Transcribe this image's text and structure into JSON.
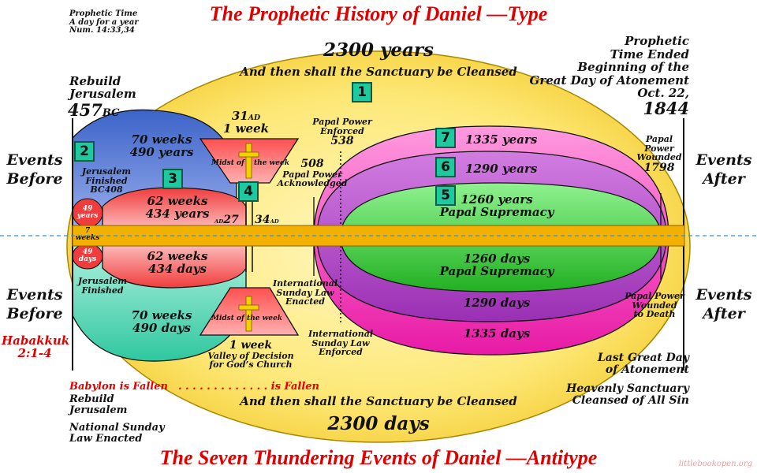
{
  "titles": {
    "top": "The Prophetic History of Daniel —Type",
    "bottom": "The Seven Thundering Events of Daniel —Antitype"
  },
  "header_note": [
    "Prophetic Time",
    "A day for a year",
    "Num. 14:33,34"
  ],
  "top_arc": {
    "main": "2300 years",
    "sub": "And then shall the Sanctuary be Cleansed"
  },
  "bottom_arc": {
    "main": "2300 days",
    "sub": "And then shall the Sanctuary be Cleansed"
  },
  "left_top": {
    "line1": "Rebuild",
    "line2": "Jerusalem",
    "year": "457",
    "era": "BC"
  },
  "right_top": {
    "line1": "Prophetic",
    "line2": "Time Ended",
    "line3": "Beginning of the",
    "line4": "Great Day of Atonement",
    "line5": "Oct. 22,",
    "year": "1844"
  },
  "events": {
    "before_top": [
      "Events",
      "Before"
    ],
    "after_top": [
      "Events",
      "After"
    ],
    "before_bottom": [
      "Events",
      "Before"
    ],
    "after_bottom": [
      "Events",
      "After"
    ]
  },
  "habakkuk": [
    "Habakkuk",
    "2:1-4"
  ],
  "numbers": [
    "1",
    "2",
    "3",
    "4",
    "5",
    "6",
    "7"
  ],
  "upper": {
    "weeks70": [
      "70 weeks",
      "490 years"
    ],
    "finished": [
      "Jerusalem",
      "Finished",
      "BC408"
    ],
    "weeks62": [
      "62 weeks",
      "434 years"
    ],
    "y49": [
      "49",
      "years"
    ],
    "w7": [
      "7",
      "weeks"
    ],
    "ad31": {
      "year": "31",
      "era": "AD",
      "line2": "1 week"
    },
    "midst": [
      "Midst of",
      "the week"
    ],
    "ad27": {
      "era": "AD",
      "year": "27"
    },
    "ad34": {
      "year": "34",
      "era": "AD"
    },
    "papal_enforced": [
      "Papal Power",
      "Enforced",
      "538"
    ],
    "papal_ack": [
      "508",
      "Papal Power",
      "Acknowledged"
    ],
    "y1335": "1335 years",
    "y1290": "1290 years",
    "y1260": [
      "1260 years",
      "Papal Supremacy"
    ],
    "wounded": [
      "Papal",
      "Power",
      "Wounded",
      "1798"
    ]
  },
  "lower": {
    "d49": [
      "49",
      "days"
    ],
    "weeks62": [
      "62 weeks",
      "434 days"
    ],
    "finished": [
      "Jerusalem",
      "Finished"
    ],
    "weeks70": [
      "70 weeks",
      "490 days"
    ],
    "midst": "Midst of the week",
    "week1": [
      "1 week",
      "Valley of Decision",
      "for God’s Church"
    ],
    "sunday_enacted": [
      "International",
      "Sunday Law",
      "Enacted"
    ],
    "sunday_enforced": [
      "International",
      "Sunday Law",
      "Enforced"
    ],
    "d1260": [
      "1260 days",
      "Papal Supremacy"
    ],
    "d1290": "1290 days",
    "d1335": "1335 days",
    "wounded": [
      "Papal Power",
      "Wounded",
      "to Death"
    ]
  },
  "babylon": {
    "left": "Babylon is Fallen",
    "dots": ". . . . . . . . . . . . . is Fallen"
  },
  "bottom_left": {
    "rebuild": [
      "Rebuild",
      "Jerusalem"
    ],
    "nsl": [
      "National Sunday",
      "Law Enacted"
    ]
  },
  "bottom_right": {
    "great_day": [
      "Last Great Day",
      "of Atonement"
    ],
    "sanctuary": [
      "Heavenly Sanctuary",
      "Cleansed of All Sin"
    ]
  },
  "watermark": "littlebookopen.org",
  "colors": {
    "title_red": "#e00000",
    "ellipse_yellow": "#fde877",
    "timeline_gold": "#f2b100",
    "blue_oval": "#3c63c8",
    "teal_oval": "#3fcfb0",
    "red_oval": "#f03c3c",
    "magenta": "#e81aa6",
    "violet": "#b441c8",
    "green": "#2ec42e",
    "number_box": "#1ec9a0"
  }
}
